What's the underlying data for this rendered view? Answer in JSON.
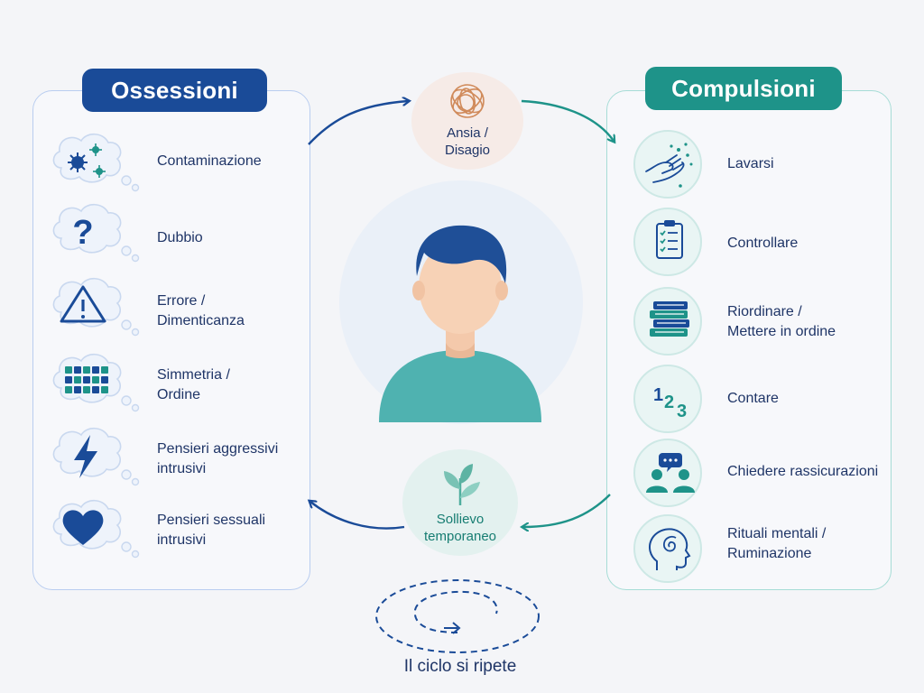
{
  "obsessions": {
    "title": "Ossessioni",
    "items": [
      {
        "label": "Contaminazione",
        "icon": "virus-icon"
      },
      {
        "label": "Dubbio",
        "icon": "question-mark-icon"
      },
      {
        "label": "Errore /\nDimenticanza",
        "icon": "warning-triangle-icon"
      },
      {
        "label": "Simmetria /\nOrdine",
        "icon": "grid-icon"
      },
      {
        "label": "Pensieri aggressivi\nintrusivi",
        "icon": "lightning-icon"
      },
      {
        "label": "Pensieri sessuali\nintrusivi",
        "icon": "heart-icon"
      }
    ]
  },
  "compulsions": {
    "title": "Compulsioni",
    "items": [
      {
        "label": "Lavarsi",
        "icon": "hand-washing-icon"
      },
      {
        "label": "Controllare",
        "icon": "clipboard-checklist-icon"
      },
      {
        "label": "Riordinare /\nMettere in ordine",
        "icon": "stacked-books-icon"
      },
      {
        "label": "Contare",
        "icon": "numbers-icon"
      },
      {
        "label": "Chiedere rassicurazioni",
        "icon": "people-chat-icon"
      },
      {
        "label": "Rituali mentali /\nRuminazione",
        "icon": "head-spiral-icon"
      }
    ]
  },
  "anxiety": {
    "label": "Ansia /\nDisagio",
    "icon": "tangled-knot-icon"
  },
  "relief": {
    "label": "Sollievo\ntemporaneo",
    "icon": "sprout-icon"
  },
  "cycle": {
    "label": "Il ciclo si ripete",
    "icon": "dashed-spiral-icon"
  },
  "colors": {
    "obsessions": "#1a4b98",
    "compulsions": "#1e9389",
    "anxiety": "#d08a5a",
    "relief": "#4fae9e"
  }
}
